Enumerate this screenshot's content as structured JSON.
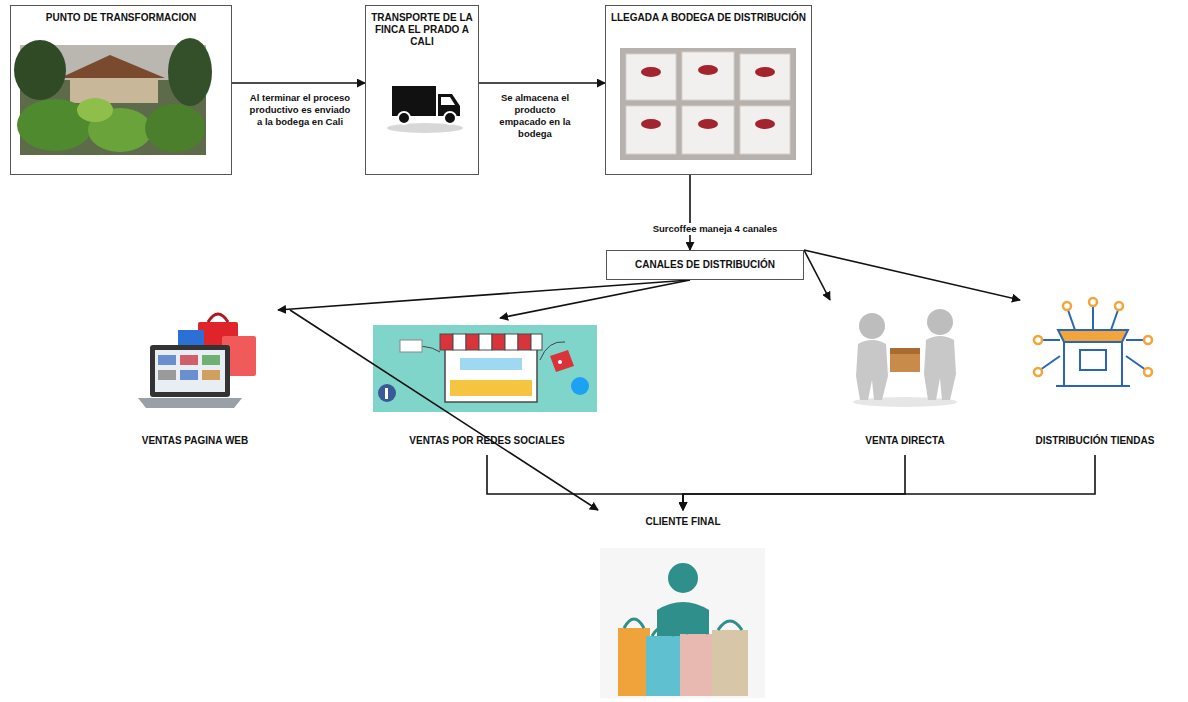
{
  "diagram": {
    "nodes": [
      {
        "text": [
          "PUNTO DE TRANSFORMACION"
        ]
      },
      {
        "text": [
          "TRANSPORTE DE LA FINCA EL PRADO A CALI"
        ]
      },
      {
        "text": [
          "LLEGADA A BODEGA DE DISTRIBUCIÓN"
        ]
      },
      {
        "text": [
          "CANALES DE DISTRIBUCIÓN"
        ]
      },
      {
        "text": [
          "VENTAS PAGINA WEB"
        ]
      },
      {
        "text": [
          "VENTAS POR REDES SOCIALES"
        ]
      },
      {
        "text": [
          "VENTA DIRECTA"
        ]
      },
      {
        "text": [
          "DISTRIBUCIÓN TIENDAS"
        ]
      },
      {
        "text": [
          "CLIENTE FINAL"
        ]
      }
    ],
    "edges": [
      {
        "from": 0,
        "to": 1,
        "arrow": "to",
        "label": "Al terminar el proceso productivo es enviado a la bodega en Cali"
      },
      {
        "from": 1,
        "to": 2,
        "arrow": "to",
        "label": "Se almacena el producto empacado en la bodega"
      },
      {
        "from": 2,
        "to": 3,
        "arrow": "to",
        "label": "Surcoffee maneja 4 canales"
      },
      {
        "from": 3,
        "to": 4,
        "arrow": "to"
      },
      {
        "from": 3,
        "to": 5,
        "arrow": "to"
      },
      {
        "from": 3,
        "to": 6,
        "arrow": "to"
      },
      {
        "from": 3,
        "to": 7,
        "arrow": "to"
      },
      {
        "from": 4,
        "to": 8,
        "arrow": "to"
      },
      {
        "from": 5,
        "to": 8,
        "arrow": "to"
      },
      {
        "from": 6,
        "to": 8,
        "arrow": "to"
      },
      {
        "from": 7,
        "to": 8,
        "arrow": "to"
      }
    ]
  }
}
